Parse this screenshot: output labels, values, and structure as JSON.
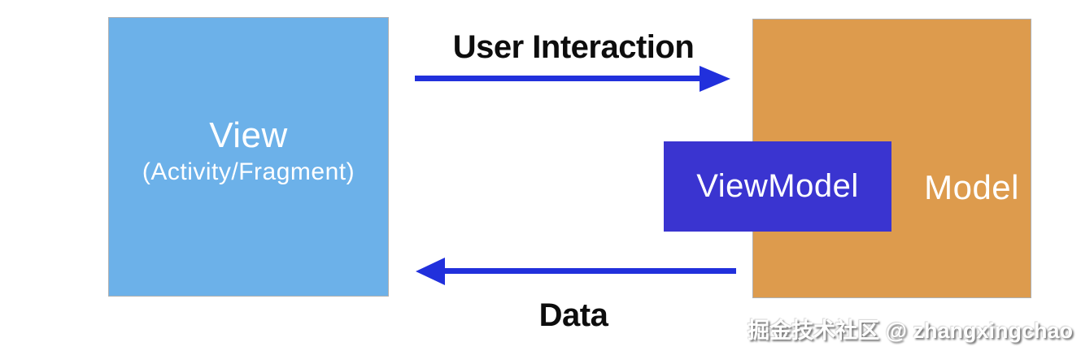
{
  "diagram": {
    "boxes": {
      "view": {
        "label": "View",
        "sublabel": "(Activity/Fragment)",
        "color": "#6cb1e9",
        "text_color": "#ffffff"
      },
      "viewmodel": {
        "label": "ViewModel",
        "color": "#3a34d0",
        "text_color": "#ffffff"
      },
      "model": {
        "label": "Model",
        "color": "#dd9b4d",
        "text_color": "#ffffff"
      }
    },
    "arrows": {
      "user_interaction": {
        "label": "User Interaction",
        "direction": "right",
        "from": "View",
        "to": "Model",
        "color": "#2130dc"
      },
      "data": {
        "label": "Data",
        "direction": "left",
        "from": "Model",
        "to": "View",
        "color": "#2130dc"
      }
    },
    "watermark": {
      "text": "掘金技术社区 @ zhangxingchao"
    },
    "label_text_color": "#0d0d0d",
    "background_color": "#ffffff"
  }
}
